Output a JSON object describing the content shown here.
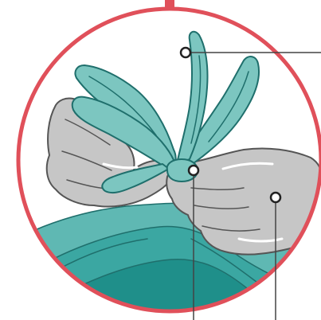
{
  "colors": {
    "background": "#ffffff",
    "circle_border": "#e0505a",
    "ribbon_fill": "#7cc6c0",
    "ribbon_outline": "#1f6f6c",
    "fabric_light": "#5fb8b3",
    "fabric_mid": "#3ba7a2",
    "fabric_dark": "#1f8f8a",
    "glove_fill": "#c6c6c6",
    "glove_outline": "#555555",
    "glove_highlight": "#ffffff",
    "leader_line": "#444444",
    "marker_fill": "#ffffff",
    "marker_stroke": "#222222"
  },
  "callouts": [
    {
      "name": "ribbon-loop-end"
    },
    {
      "name": "knot-center"
    },
    {
      "name": "right-glove"
    }
  ]
}
